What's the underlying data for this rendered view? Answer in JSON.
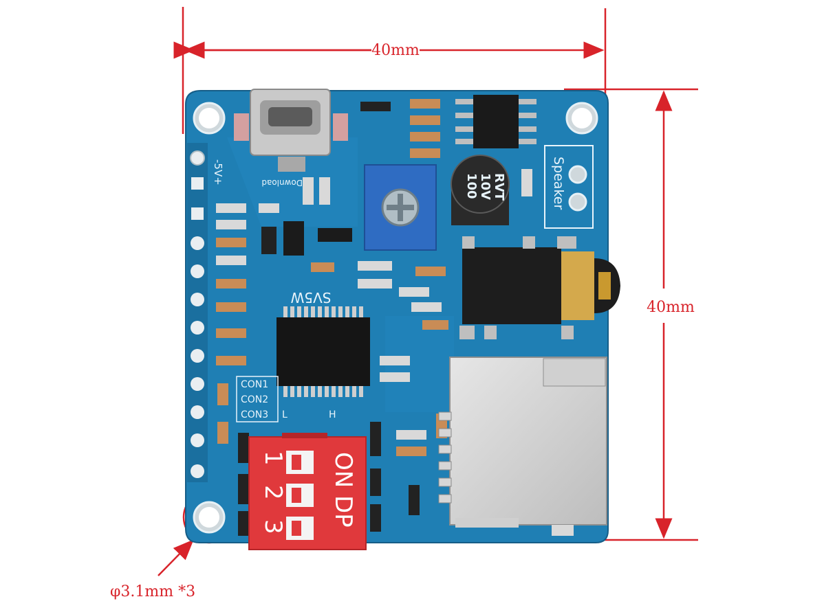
{
  "dimensions": {
    "width_label": "40mm",
    "height_label": "40mm",
    "hole_label": "φ3.1mm *3"
  },
  "board": {
    "pin_label": "-5V+",
    "download_label": "Download",
    "chip_label": "SV5W",
    "capacitor_label": [
      "100",
      "10V",
      "RVT"
    ],
    "speaker_label": "Speaker",
    "con_labels": [
      "CON1",
      "CON2",
      "CON3"
    ],
    "l_label": "L",
    "h_label": "H",
    "dip_label": "ON DP",
    "dip_numbers": [
      "1",
      "2",
      "3"
    ]
  },
  "colors": {
    "pcb": "#1f7fb4",
    "dimension": "#d8232a",
    "dip_switch": "#e0393c"
  }
}
